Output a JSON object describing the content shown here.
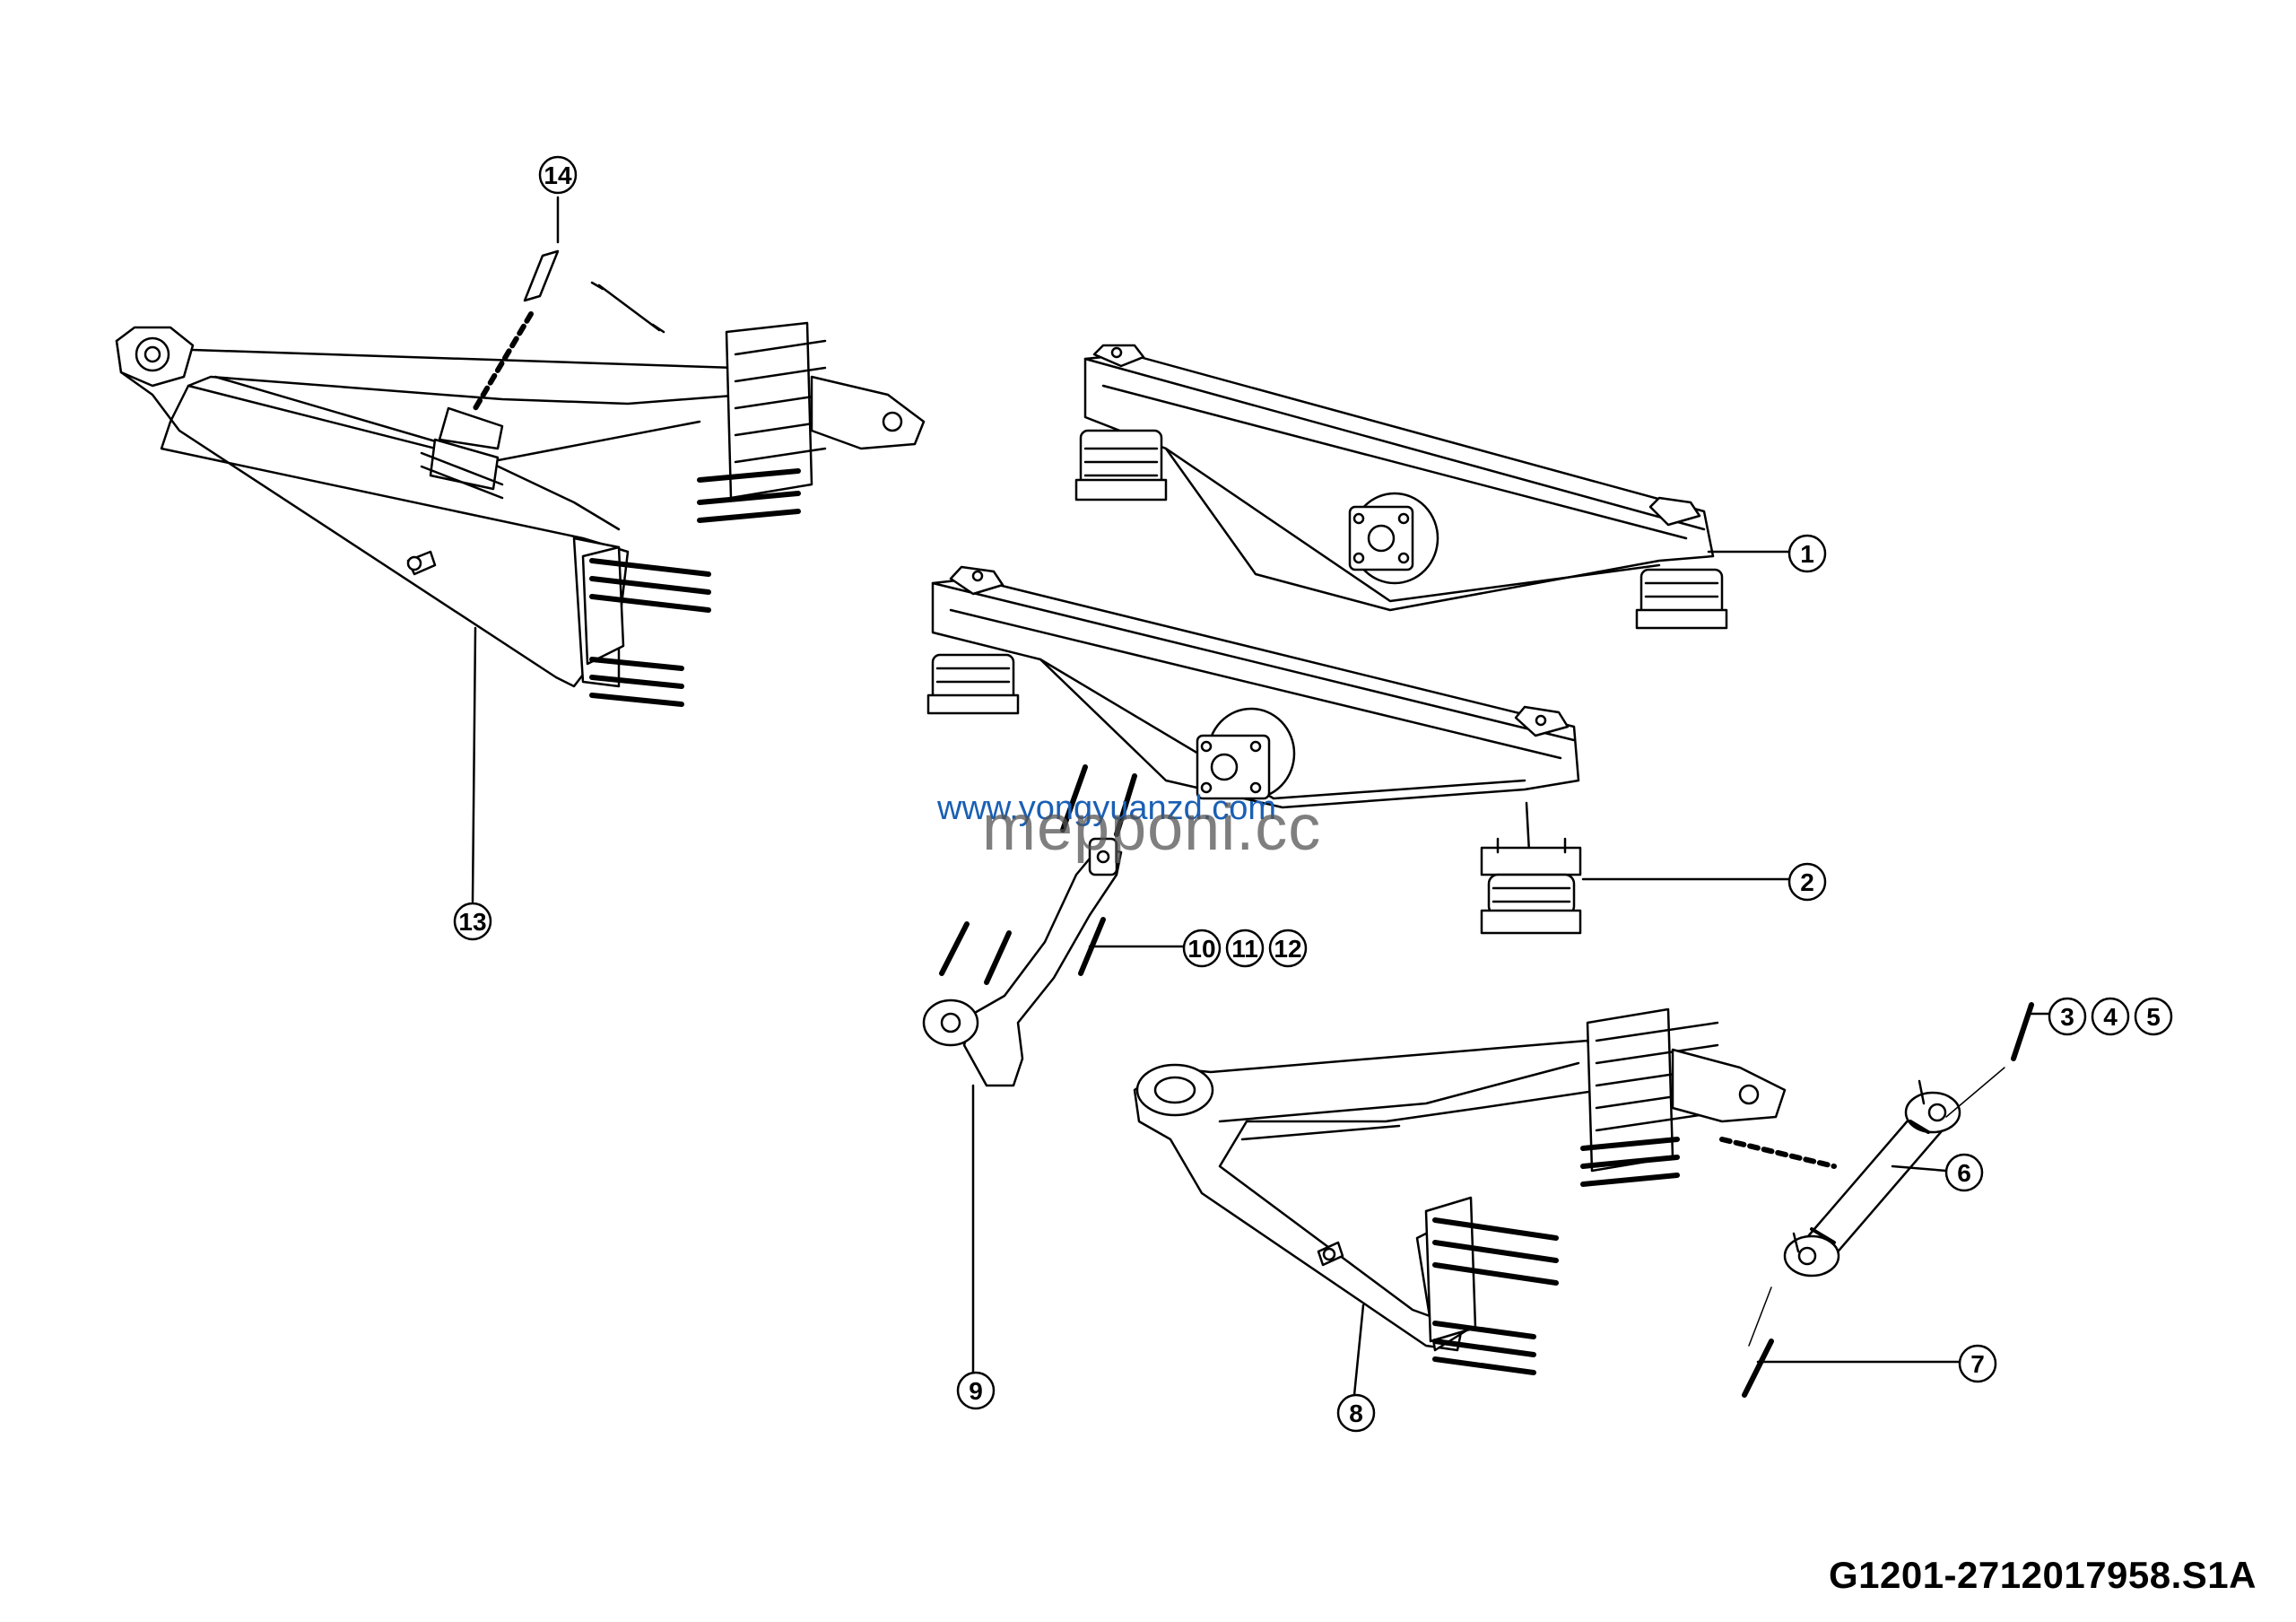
{
  "diagram": {
    "document_code": "G1201-2712017958.S1A",
    "watermarks": [
      "www.yongyuanzd.com",
      "mepponi.cc"
    ],
    "callouts": [
      "1",
      "2",
      "3",
      "4",
      "5",
      "6",
      "7",
      "8",
      "9",
      "10",
      "11",
      "12",
      "13",
      "14"
    ],
    "stroke_color": "#000000",
    "fill_color": "#ffffff",
    "watermark_color": "#1a5fb4"
  }
}
